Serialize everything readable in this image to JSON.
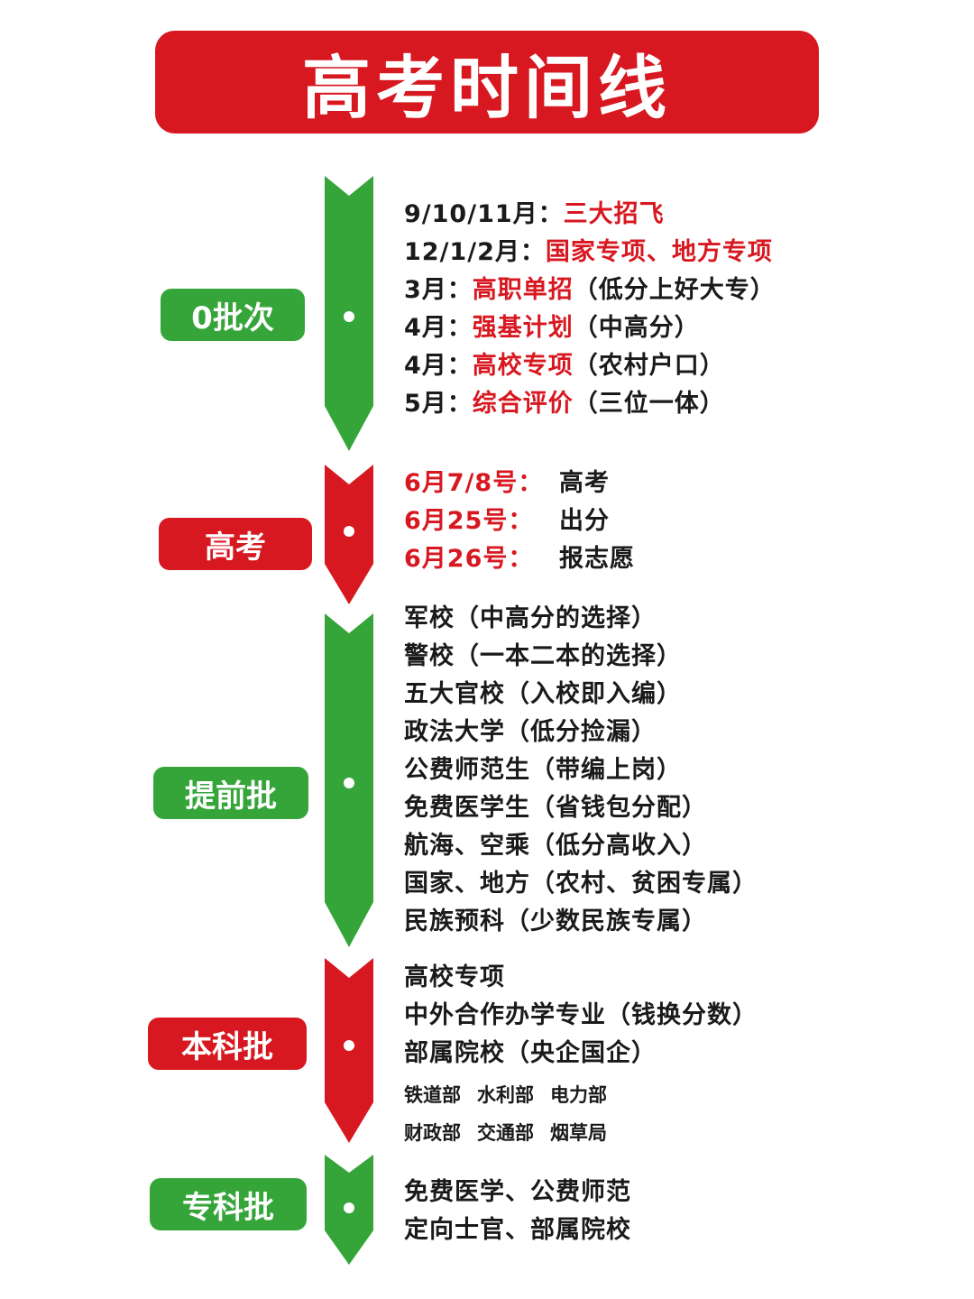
{
  "title": "高考时间线",
  "colors": {
    "green": "#35a53a",
    "red": "#d71820",
    "text": "#1a1a1a"
  },
  "sections": [
    {
      "label": "0批次",
      "color": "green",
      "lines": [
        {
          "date": "9/10/11月：",
          "highlight": "三大招飞",
          "note": ""
        },
        {
          "date": "12/1/2月：",
          "highlight": "国家专项、地方专项",
          "note": ""
        },
        {
          "date": "3月：",
          "highlight": "高职单招",
          "note": "（低分上好大专）"
        },
        {
          "date": "4月：",
          "highlight": "强基计划",
          "note": "（中高分）"
        },
        {
          "date": "4月：",
          "highlight": "高校专项",
          "note": "（农村户口）"
        },
        {
          "date": "5月：",
          "highlight": "综合评价",
          "note": "（三位一体）"
        }
      ]
    },
    {
      "label": "高考",
      "color": "red",
      "lines": [
        {
          "date": "6月7/8号：",
          "event": "高考"
        },
        {
          "date": "6月25号：",
          "event": "出分"
        },
        {
          "date": "6月26号：",
          "event": "报志愿"
        }
      ]
    },
    {
      "label": "提前批",
      "color": "green",
      "lines": [
        "军校（中高分的选择）",
        "警校（一本二本的选择）",
        "五大官校（入校即入编）",
        "政法大学（低分捡漏）",
        "公费师范生（带编上岗）",
        "免费医学生（省钱包分配）",
        "航海、空乘（低分高收入）",
        "国家、地方（农村、贫困专属）",
        "民族预科（少数民族专属）"
      ]
    },
    {
      "label": "本科批",
      "color": "red",
      "lines": [
        "高校专项",
        "中外合作办学专业（钱换分数）",
        "部属院校（央企国企）"
      ],
      "departments": [
        [
          "铁道部",
          "水利部",
          "电力部"
        ],
        [
          "财政部",
          "交通部",
          "烟草局"
        ]
      ]
    },
    {
      "label": "专科批",
      "color": "green",
      "lines": [
        "免费医学、公费师范",
        "定向士官、部属院校"
      ]
    }
  ]
}
